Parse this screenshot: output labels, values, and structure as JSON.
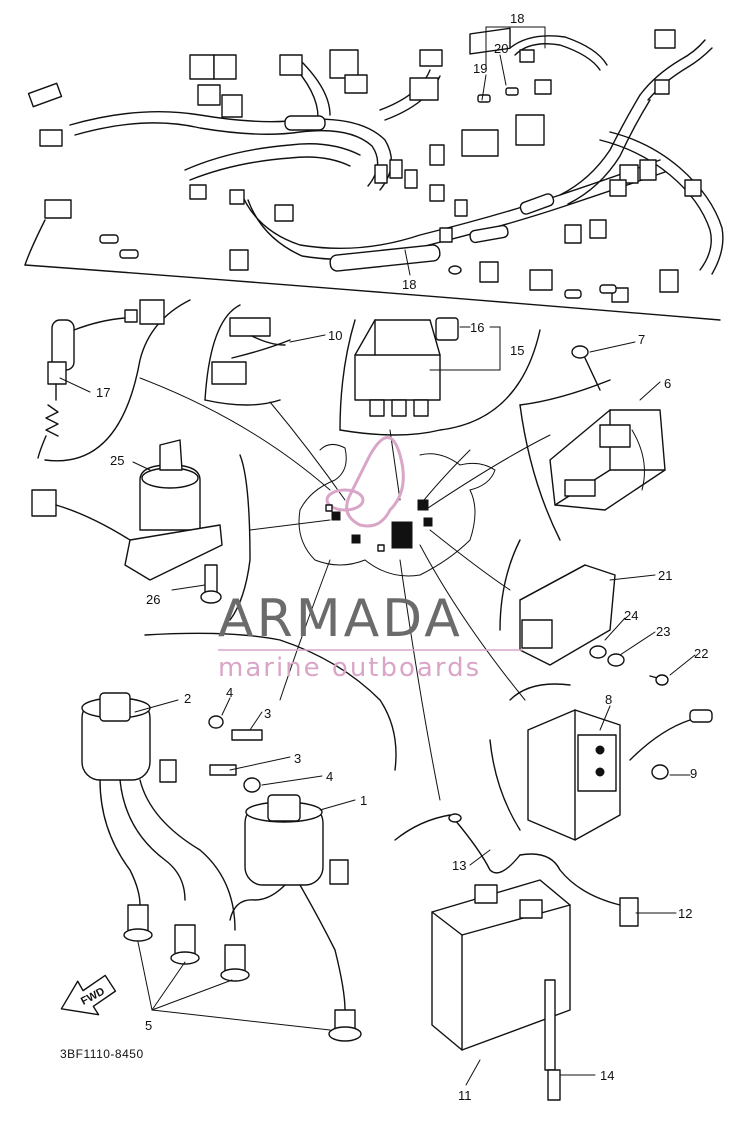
{
  "diagram": {
    "drawing_code": "3BF1110-8450",
    "forward_arrow_label": "FWD",
    "callouts": {
      "c1": "1",
      "c2": "2",
      "c3a": "3",
      "c3b": "3",
      "c4a": "4",
      "c4b": "4",
      "c5": "5",
      "c6": "6",
      "c7": "7",
      "c8": "8",
      "c9": "9",
      "c10": "10",
      "c11": "11",
      "c12": "12",
      "c13": "13",
      "c14": "14",
      "c15": "15",
      "c16": "16",
      "c17": "17",
      "c18a": "18",
      "c18b": "18",
      "c19": "19",
      "c20": "20",
      "c21": "21",
      "c22": "22",
      "c23": "23",
      "c24": "24",
      "c25": "25",
      "c26": "26"
    }
  },
  "watermark": {
    "brand": "ARMADA",
    "tagline": "marine outboards",
    "accent_color": "#d9a6c8",
    "text_color": "#6b6b6b"
  }
}
